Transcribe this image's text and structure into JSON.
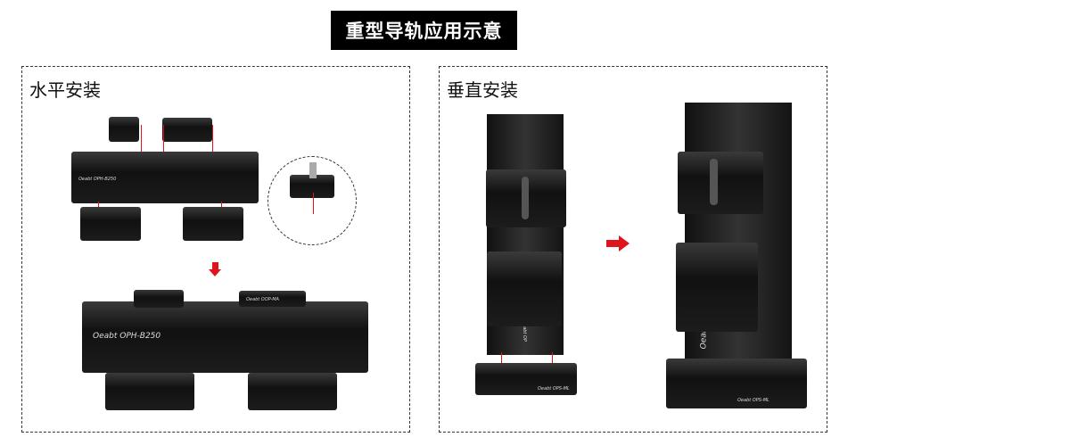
{
  "title": "重型导轨应用示意",
  "horizontal": {
    "label": "水平安装",
    "rail_logo": "Oeabt OPH-B250",
    "carriage_logo": "Oeabt OOP-MA"
  },
  "vertical": {
    "label": "垂直安装",
    "base_logo": "Oeabt OPS-ML",
    "column_logo": "Oeabt OP"
  },
  "colors": {
    "arrow": "#e0141c",
    "title_bg": "#000000"
  }
}
